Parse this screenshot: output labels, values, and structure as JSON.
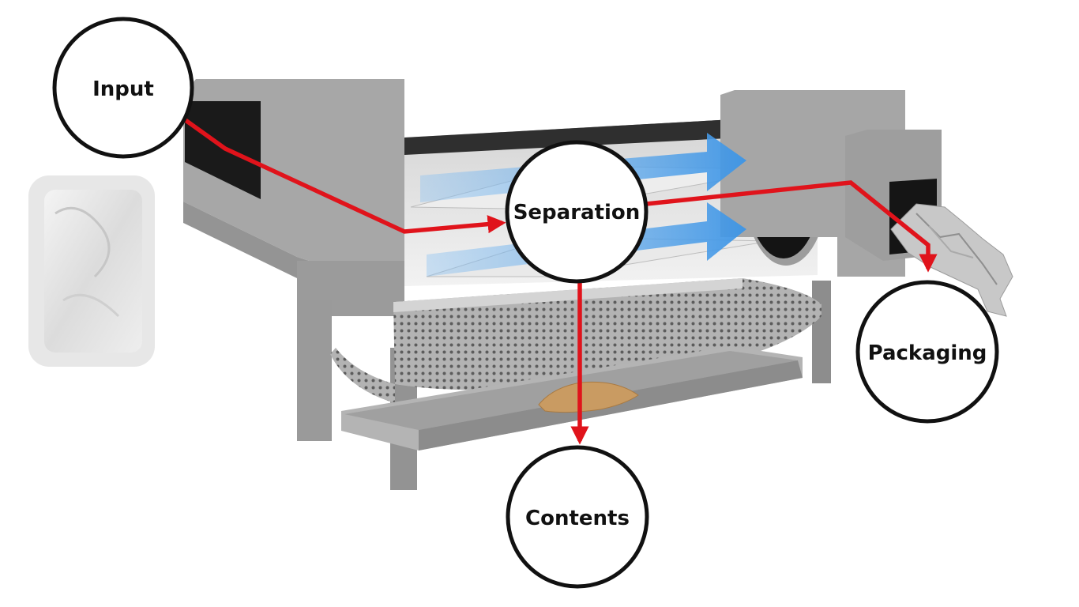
{
  "diagram": {
    "nodes": {
      "input": {
        "label": "Input"
      },
      "separation": {
        "label": "Separation"
      },
      "contents": {
        "label": "Contents"
      },
      "packaging": {
        "label": "Packaging"
      }
    },
    "edges": [
      {
        "from": "input",
        "to": "separation"
      },
      {
        "from": "separation",
        "to": "contents"
      },
      {
        "from": "separation",
        "to": "packaging"
      }
    ]
  },
  "colors": {
    "flow_arrow": "#e0131b",
    "air_flow": "#5aa9ec",
    "machine": "#a3a3a3",
    "node_border": "#111111",
    "node_fill": "#ffffff"
  }
}
